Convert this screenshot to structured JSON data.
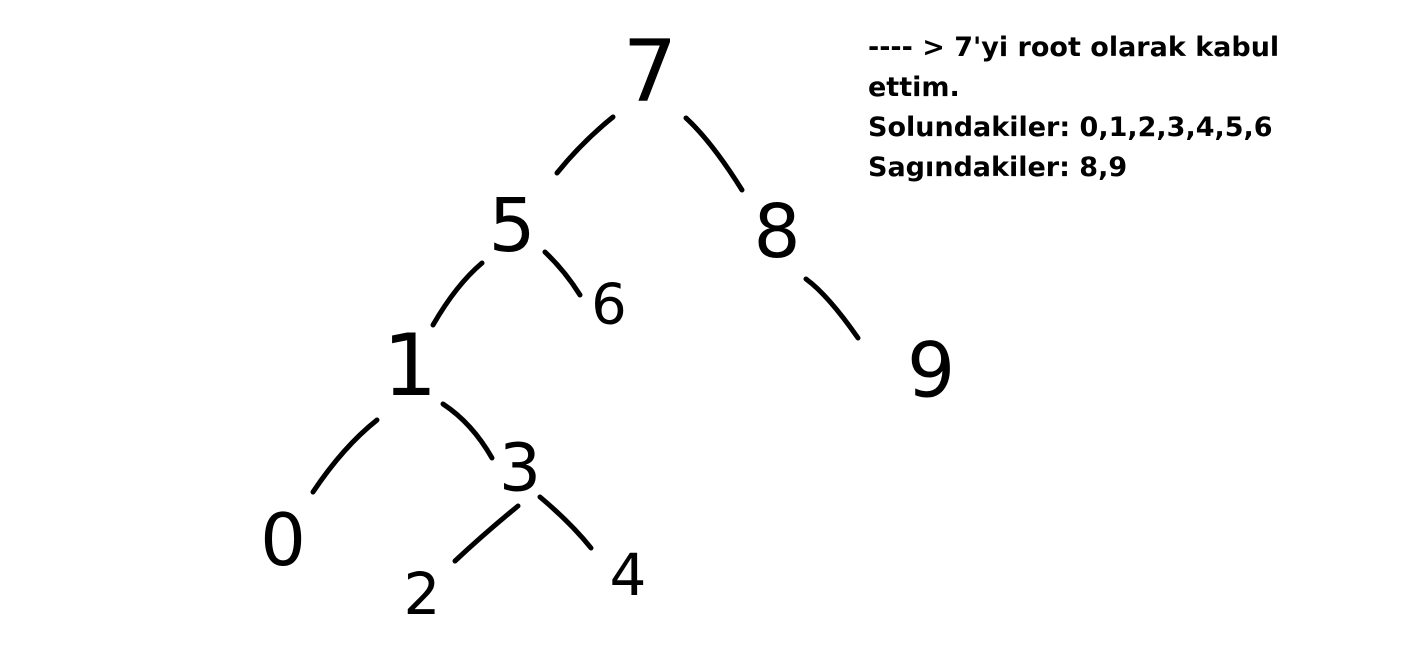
{
  "tree": {
    "nodes": [
      {
        "id": "7",
        "label": "7"
      },
      {
        "id": "5",
        "label": "5"
      },
      {
        "id": "8",
        "label": "8"
      },
      {
        "id": "1",
        "label": "1"
      },
      {
        "id": "6",
        "label": "6"
      },
      {
        "id": "9",
        "label": "9"
      },
      {
        "id": "0",
        "label": "0"
      },
      {
        "id": "3",
        "label": "3"
      },
      {
        "id": "2",
        "label": "2"
      },
      {
        "id": "4",
        "label": "4"
      }
    ],
    "edges": [
      {
        "from": "7",
        "to": "5"
      },
      {
        "from": "7",
        "to": "8"
      },
      {
        "from": "5",
        "to": "1"
      },
      {
        "from": "5",
        "to": "6"
      },
      {
        "from": "8",
        "to": "9"
      },
      {
        "from": "1",
        "to": "0"
      },
      {
        "from": "1",
        "to": "3"
      },
      {
        "from": "3",
        "to": "2"
      },
      {
        "from": "3",
        "to": "4"
      }
    ]
  },
  "note": {
    "line1": "---- > 7'yi root olarak kabul",
    "line2": "ettim.",
    "line3": "Solundakiler: 0,1,2,3,4,5,6",
    "line4": "Sagındakiler: 8,9"
  }
}
